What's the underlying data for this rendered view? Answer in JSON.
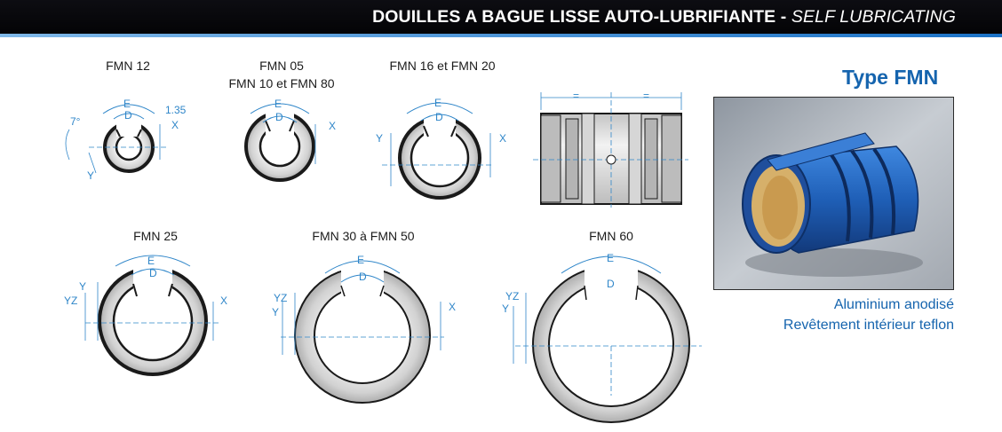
{
  "header": {
    "title_main": "DOUILLES A BAGUE LISSE AUTO-LUBRIFIANTE - ",
    "title_italic": "SELF LUBRICATING"
  },
  "product": {
    "type_label": "Type FMN",
    "material_line1": "Aluminium anodisé",
    "material_line2": "Revêtement intérieur teflon"
  },
  "diagrams": {
    "fmn12": "FMN 12",
    "fmn05_line1": "FMN 05",
    "fmn05_line2": "FMN 10 et FMN 80",
    "fmn16": "FMN 16 et FMN 20",
    "fmn25": "FMN 25",
    "fmn30": "FMN 30 à FMN 50",
    "fmn60": "FMN 60"
  },
  "dimensions": {
    "E": "E",
    "D": "D",
    "X": "X",
    "Y": "Y",
    "YZ": "YZ",
    "angle": "7°",
    "offset": "1.35",
    "equal": "="
  },
  "colors": {
    "accent_blue": "#1564ae",
    "dimension_blue": "#2f86c9",
    "header_bg": "#050508"
  }
}
